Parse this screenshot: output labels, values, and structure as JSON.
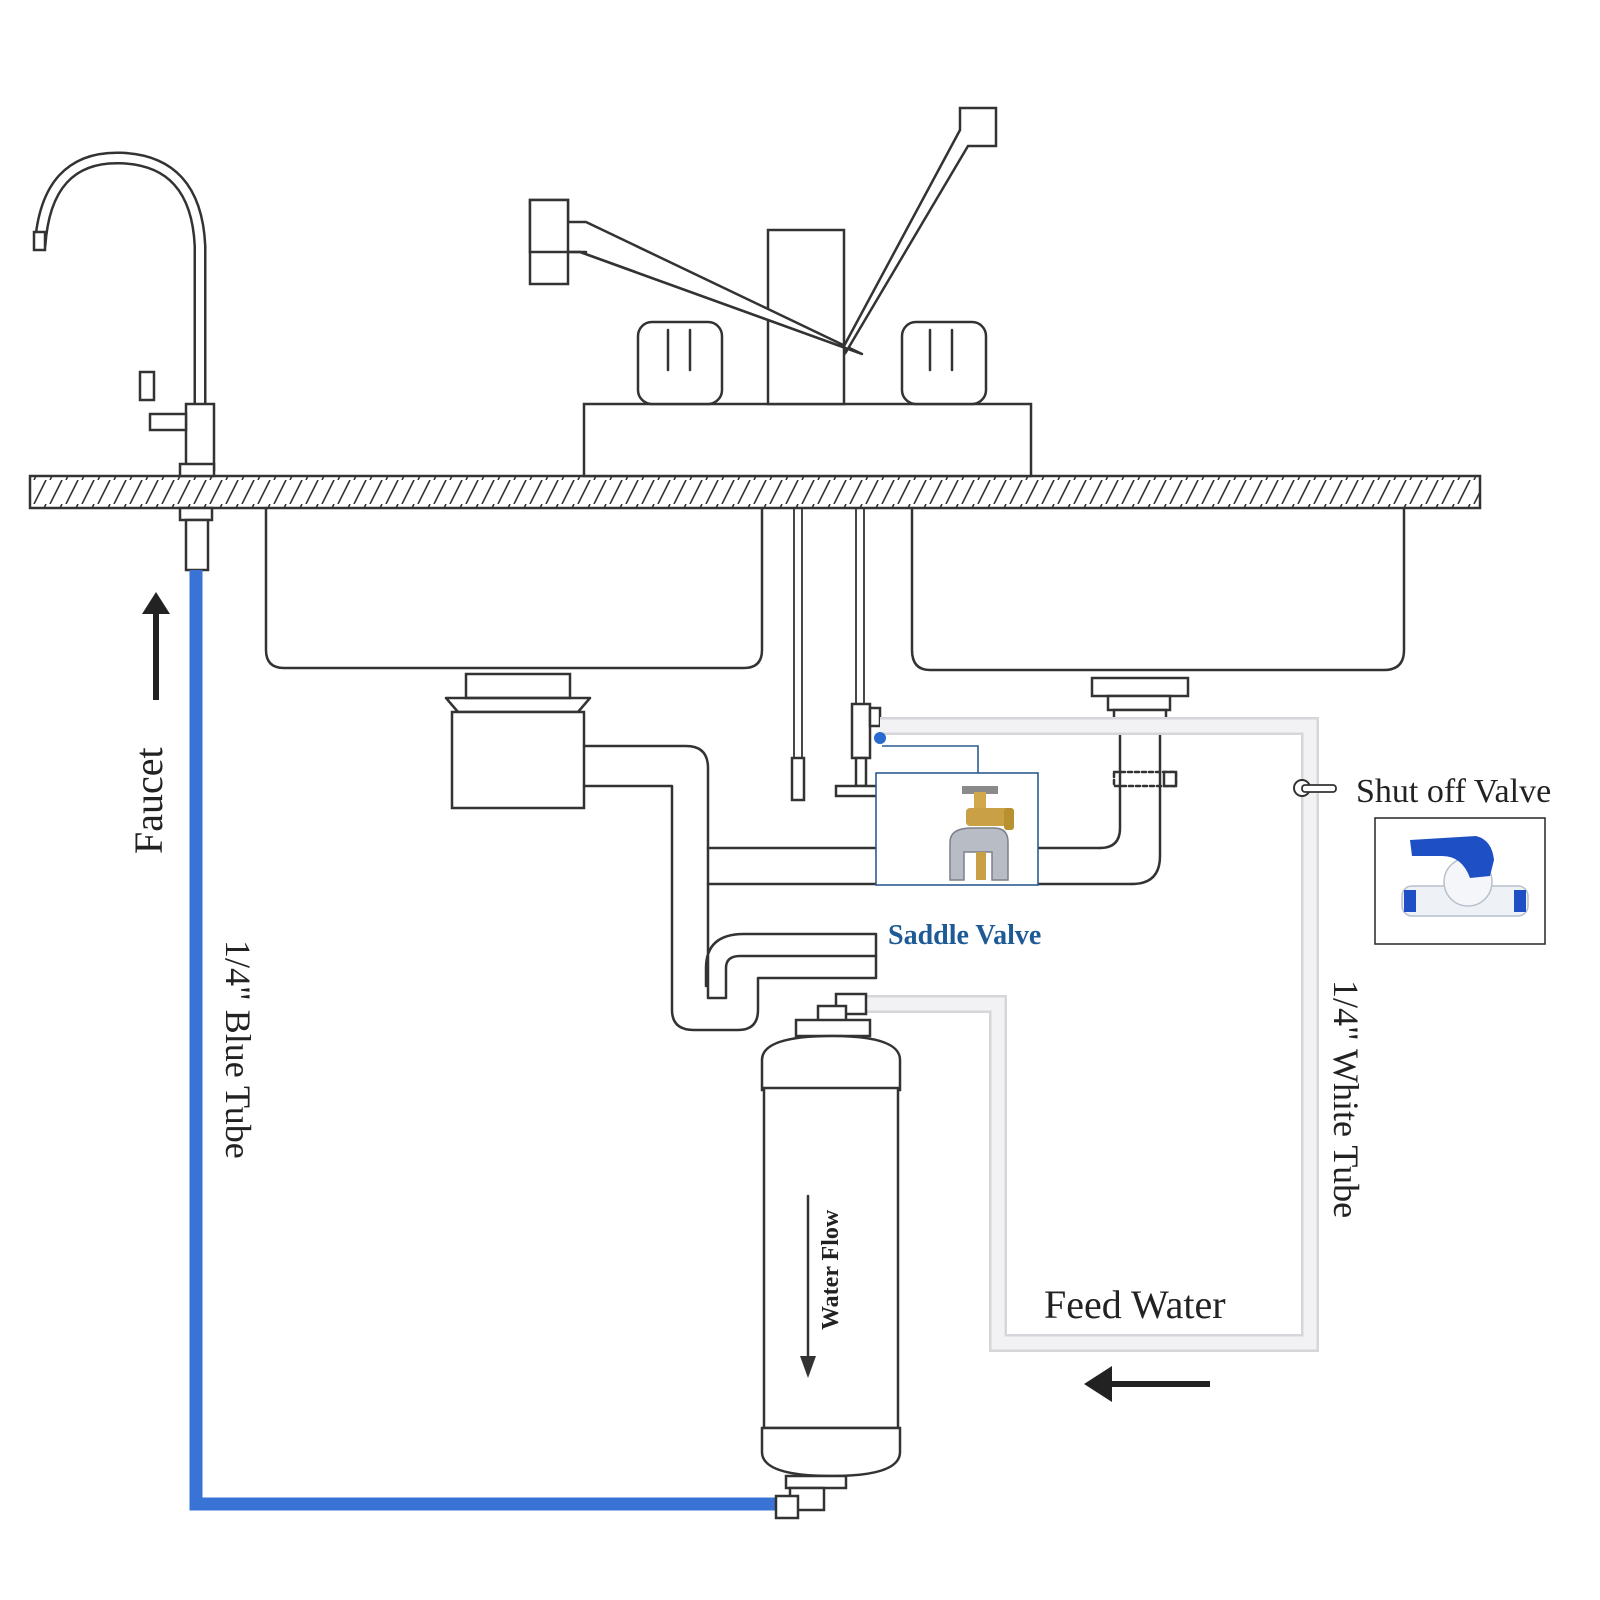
{
  "labels": {
    "faucet": "Faucet",
    "blue_tube": "1/4\" Blue Tube",
    "saddle_valve": "Saddle Valve",
    "shut_off_valve": "Shut off Valve",
    "white_tube": "1/4\" White Tube",
    "feed_water": "Feed Water",
    "water_flow": "Water Flow"
  },
  "colors": {
    "line": "#333333",
    "blue_tube": "#3a73d6",
    "white_tube": "#f2f2f4",
    "white_tube_edge": "#d6d6da",
    "saddle_label": "#1d5a96",
    "brass": "#c9a045",
    "valve_blue": "#1f4fc4"
  },
  "icons": {
    "faucet": "drinking-faucet-icon",
    "mixer": "kitchen-mixer-tap-icon",
    "saddle_valve": "saddle-valve-icon",
    "shut_off_valve": "ball-valve-icon",
    "filter": "inline-filter-cartridge-icon",
    "arrow": "flow-arrow-icon"
  }
}
